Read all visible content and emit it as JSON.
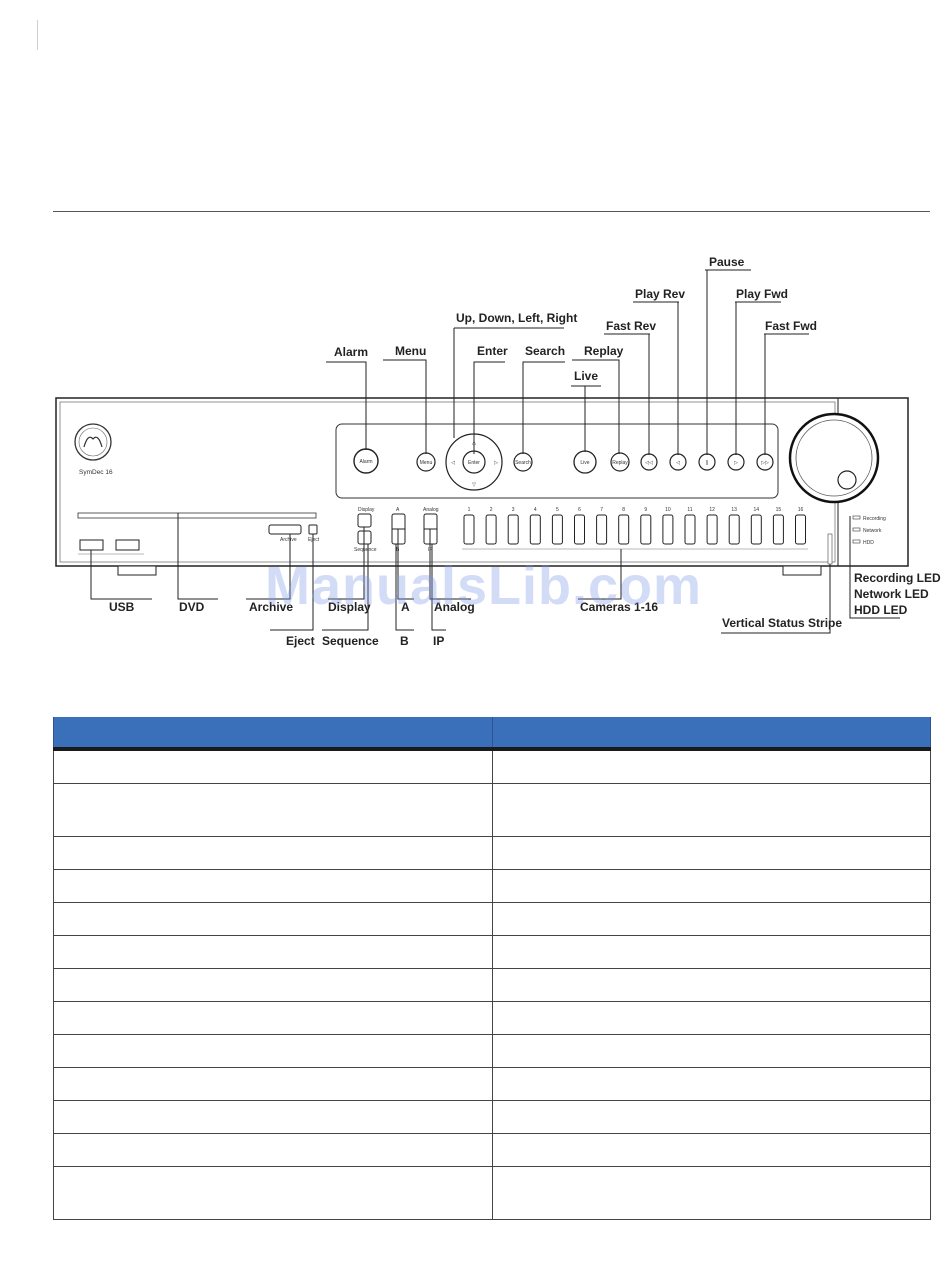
{
  "device": {
    "model": "SymDec 16",
    "led_labels": [
      "Recording",
      "Network",
      "HDD"
    ],
    "panel_labels": {
      "display": "Display",
      "sequence": "Sequence",
      "a": "A",
      "analog": "Analog",
      "b": "B",
      "ip": "IP",
      "archive": "Archive",
      "eject": "Eject"
    },
    "buttons": {
      "alarm": "Alarm",
      "menu": "Menu",
      "enter": "Enter",
      "search": "Search",
      "live": "Live",
      "replay": "Replay",
      "fast_rev": "◁◁",
      "play_rev": "◁",
      "pause": "||",
      "play_fwd": "▷",
      "fast_fwd": "▷▷"
    },
    "arrows": {
      "up": "△",
      "down": "▽",
      "left": "◁",
      "right": "▷"
    },
    "cameras": [
      "1",
      "2",
      "3",
      "4",
      "5",
      "6",
      "7",
      "8",
      "9",
      "10",
      "11",
      "12",
      "13",
      "14",
      "15",
      "16"
    ]
  },
  "callouts": {
    "pause": "Pause",
    "play_rev": "Play Rev",
    "play_fwd": "Play Fwd",
    "up_down_left_right": "Up, Down, Left, Right",
    "fast_rev": "Fast Rev",
    "fast_fwd": "Fast Fwd",
    "alarm": "Alarm",
    "menu": "Menu",
    "enter": "Enter",
    "search": "Search",
    "replay": "Replay",
    "live": "Live",
    "usb": "USB",
    "dvd": "DVD",
    "archive": "Archive",
    "display": "Display",
    "a": "A",
    "analog": "Analog",
    "cameras": "Cameras 1-16",
    "recording_led": "Recording LED",
    "network_led": "Network LED",
    "hdd_led": "HDD LED",
    "eject": "Eject",
    "sequence": "Sequence",
    "b": "B",
    "ip": "IP",
    "vertical_status_stripe": "Vertical Status Stripe"
  },
  "watermark": "ManualsLib.com",
  "table": {
    "header": [
      "",
      ""
    ],
    "rows": [
      {
        "c1": "",
        "c2": "",
        "tall": false
      },
      {
        "c1": "",
        "c2": "",
        "tall": true
      },
      {
        "c1": "",
        "c2": "",
        "tall": false
      },
      {
        "c1": "",
        "c2": "",
        "tall": false
      },
      {
        "c1": "",
        "c2": "",
        "tall": false
      },
      {
        "c1": "",
        "c2": "",
        "tall": false
      },
      {
        "c1": "",
        "c2": "",
        "tall": false
      },
      {
        "c1": "",
        "c2": "",
        "tall": false
      },
      {
        "c1": "",
        "c2": "",
        "tall": false
      },
      {
        "c1": "",
        "c2": "",
        "tall": false
      },
      {
        "c1": "",
        "c2": "",
        "tall": false
      },
      {
        "c1": "",
        "c2": "",
        "tall": false
      },
      {
        "c1": "",
        "c2": "",
        "tall": true
      }
    ]
  },
  "colors": {
    "table_header": "#3a6fba",
    "watermark": "#7896e6"
  }
}
